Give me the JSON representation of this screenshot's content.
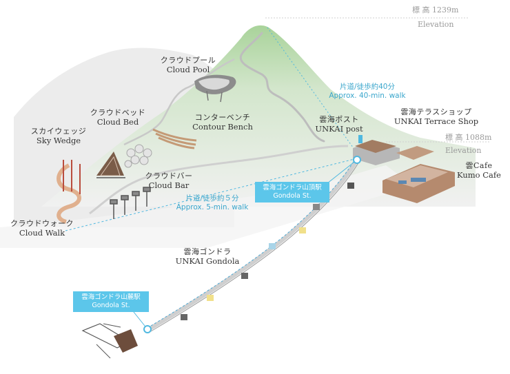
{
  "colors": {
    "mountain_green": "#c9dfc1",
    "mountain_green_dark": "#9fc98f",
    "mountain_gray": "#e6e6e6",
    "path": "#b9b9b9",
    "accent_blue": "#4fb8e0",
    "station_fill": "#5cc6ea",
    "gondola_line": "#4aa8d4",
    "building_brown": "#b58a6e"
  },
  "elevations": [
    {
      "value": "標 高 1239m",
      "label": "Elevation"
    },
    {
      "value": "標 高 1088m",
      "label": "Elevation"
    }
  ],
  "places": {
    "cloud_pool": {
      "jp": "クラウドプール",
      "en": "Cloud Pool"
    },
    "contour_bench": {
      "jp": "コンターベンチ",
      "en": "Contour Bench"
    },
    "cloud_bed": {
      "jp": "クラウドベッド",
      "en": "Cloud Bed"
    },
    "sky_wedge": {
      "jp": "スカイウェッジ",
      "en": "Sky Wedge"
    },
    "cloud_bar": {
      "jp": "クラウドバー",
      "en": "Cloud Bar"
    },
    "cloud_walk": {
      "jp": "クラウドウォーク",
      "en": "Cloud Walk"
    },
    "unkai_post": {
      "jp": "雲海ポスト",
      "en": "UNKAI post"
    },
    "terrace_shop": {
      "jp": "雲海テラスショップ",
      "en": "UNKAI Terrace Shop"
    },
    "kumo_cafe": {
      "jp": "雲Cafe",
      "en": "Kumo Cafe"
    },
    "gondola": {
      "jp": "雲海ゴンドラ",
      "en": "UNKAI Gondola"
    }
  },
  "walks": {
    "to_summit": {
      "jp": "片道/徒歩約40分",
      "en": "Approx. 40-min. walk"
    },
    "to_walk": {
      "jp": "片道/徒歩約５分",
      "en": "Approx. 5-min. walk"
    }
  },
  "stations": {
    "top": {
      "jp": "雲海ゴンドラ山頂駅",
      "en": "Gondola St."
    },
    "base": {
      "jp": "雲海ゴンドラ山麓駅",
      "en": "Gondola St."
    }
  }
}
